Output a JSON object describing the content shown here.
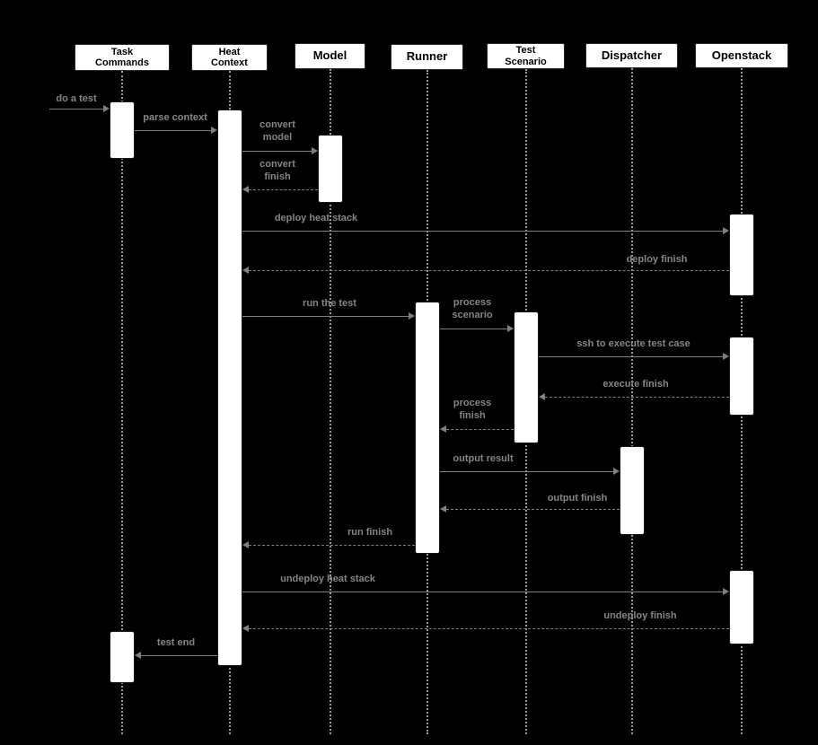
{
  "diagram": {
    "type": "uml-sequence",
    "participants": [
      {
        "label": "Task\nCommands"
      },
      {
        "label": "Heat\nContext"
      },
      {
        "label": "Model"
      },
      {
        "label": "Runner"
      },
      {
        "label": "Test\nScenario"
      },
      {
        "label": "Dispatcher"
      },
      {
        "label": "Openstack"
      }
    ],
    "messages": [
      {
        "label": "do a test",
        "from": "external",
        "to": "Task Commands",
        "style": "solid"
      },
      {
        "label": "parse context",
        "from": "Task Commands",
        "to": "Heat Context",
        "style": "solid"
      },
      {
        "label": "convert\nmodel",
        "from": "Heat Context",
        "to": "Model",
        "style": "solid"
      },
      {
        "label": "convert\nfinish",
        "from": "Model",
        "to": "Heat Context",
        "style": "dashed"
      },
      {
        "label": "deploy heat stack",
        "from": "Heat Context",
        "to": "Openstack",
        "style": "solid"
      },
      {
        "label": "deploy finish",
        "from": "Openstack",
        "to": "Heat Context",
        "style": "dashed"
      },
      {
        "label": "run the test",
        "from": "Heat Context",
        "to": "Runner",
        "style": "solid"
      },
      {
        "label": "process\nscenario",
        "from": "Runner",
        "to": "Test Scenario",
        "style": "solid"
      },
      {
        "label": "ssh to execute test case",
        "from": "Test Scenario",
        "to": "Openstack",
        "style": "solid"
      },
      {
        "label": "execute finish",
        "from": "Openstack",
        "to": "Test Scenario",
        "style": "dashed"
      },
      {
        "label": "process\nfinish",
        "from": "Test Scenario",
        "to": "Runner",
        "style": "dashed"
      },
      {
        "label": "output result",
        "from": "Runner",
        "to": "Dispatcher",
        "style": "solid"
      },
      {
        "label": "output finish",
        "from": "Dispatcher",
        "to": "Runner",
        "style": "dashed"
      },
      {
        "label": "run finish",
        "from": "Runner",
        "to": "Heat Context",
        "style": "dashed"
      },
      {
        "label": "undeploy heat stack",
        "from": "Heat Context",
        "to": "Openstack",
        "style": "solid"
      },
      {
        "label": "undeploy finish",
        "from": "Openstack",
        "to": "Heat Context",
        "style": "dashed"
      },
      {
        "label": "test end",
        "from": "Heat Context",
        "to": "Task Commands",
        "style": "solid"
      }
    ],
    "colors": {
      "background": "#000000",
      "box_fill": "#ffffff",
      "box_text": "#000000",
      "arrow": "#7f7f7f",
      "label_text": "#858585"
    }
  }
}
